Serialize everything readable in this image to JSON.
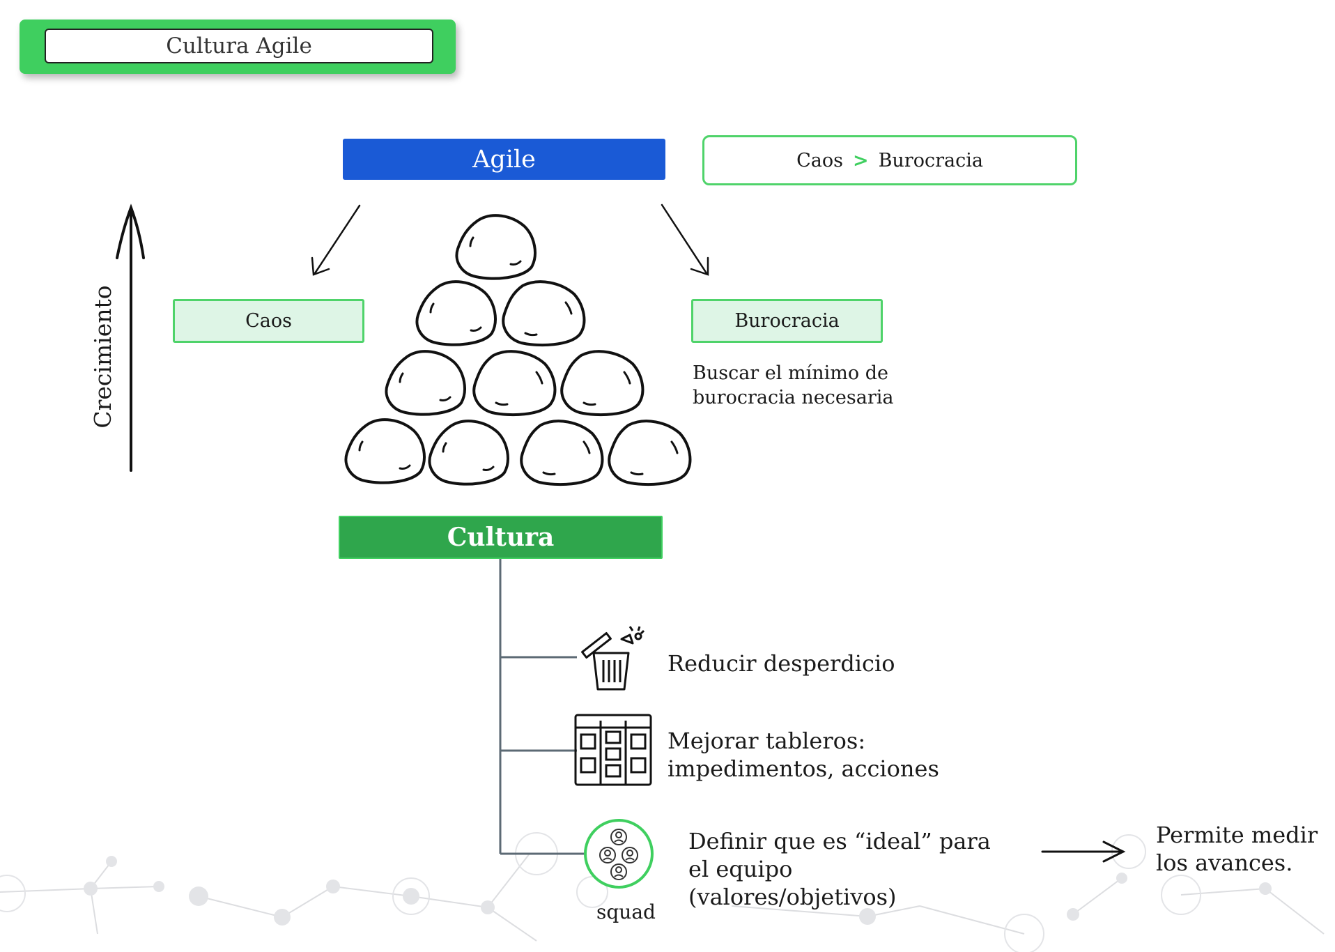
{
  "title": "Cultura Agile",
  "agile_label": "Agile",
  "comparison": {
    "left": "Caos",
    "operator": ">",
    "right": "Burocracia"
  },
  "caos_label": "Caos",
  "burocracia_label": "Burocracia",
  "burocracia_note": "Buscar el mínimo de burocracia necesaria",
  "growth_label": "Crecimiento",
  "cultura_label": "Cultura",
  "items": [
    {
      "icon": "trash-icon",
      "text": "Reducir desperdicio"
    },
    {
      "icon": "kanban-board-icon",
      "text": "Mejorar tableros: impedimentos, acciones"
    },
    {
      "icon": "team-icon",
      "text": "Definir que es “ideal” para el equipo (valores/objetivos)",
      "caption": "squad"
    }
  ],
  "outcome": "Permite medir los avances.",
  "colors": {
    "green": "#3fcf5f",
    "dark_green": "#2fa64c",
    "blue": "#1a5ad6",
    "light_green": "#def5e6"
  }
}
